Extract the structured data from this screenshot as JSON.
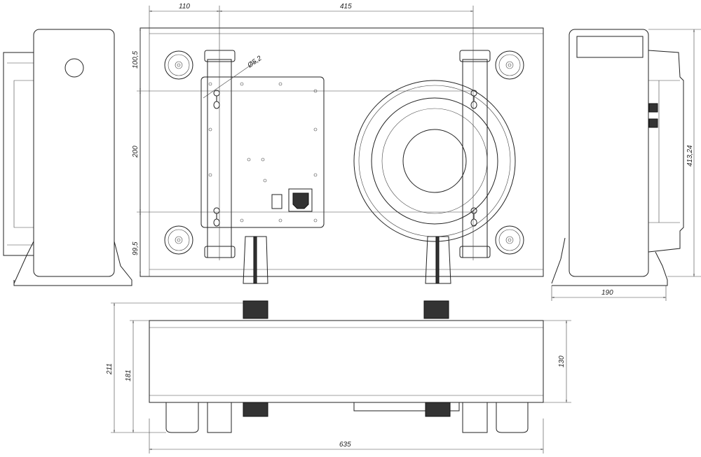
{
  "drawing": {
    "dimensions": {
      "offset_left": "110",
      "mount_spacing": "415",
      "top_offset": "100,5",
      "hole_diameter": "Ø5,2",
      "vertical_spacing": "200",
      "bottom_offset": "99,5",
      "side_height": "413,24",
      "side_depth": "190",
      "total_height": "211",
      "body_height": "181",
      "bracket_height": "130",
      "total_width": "635"
    }
  }
}
